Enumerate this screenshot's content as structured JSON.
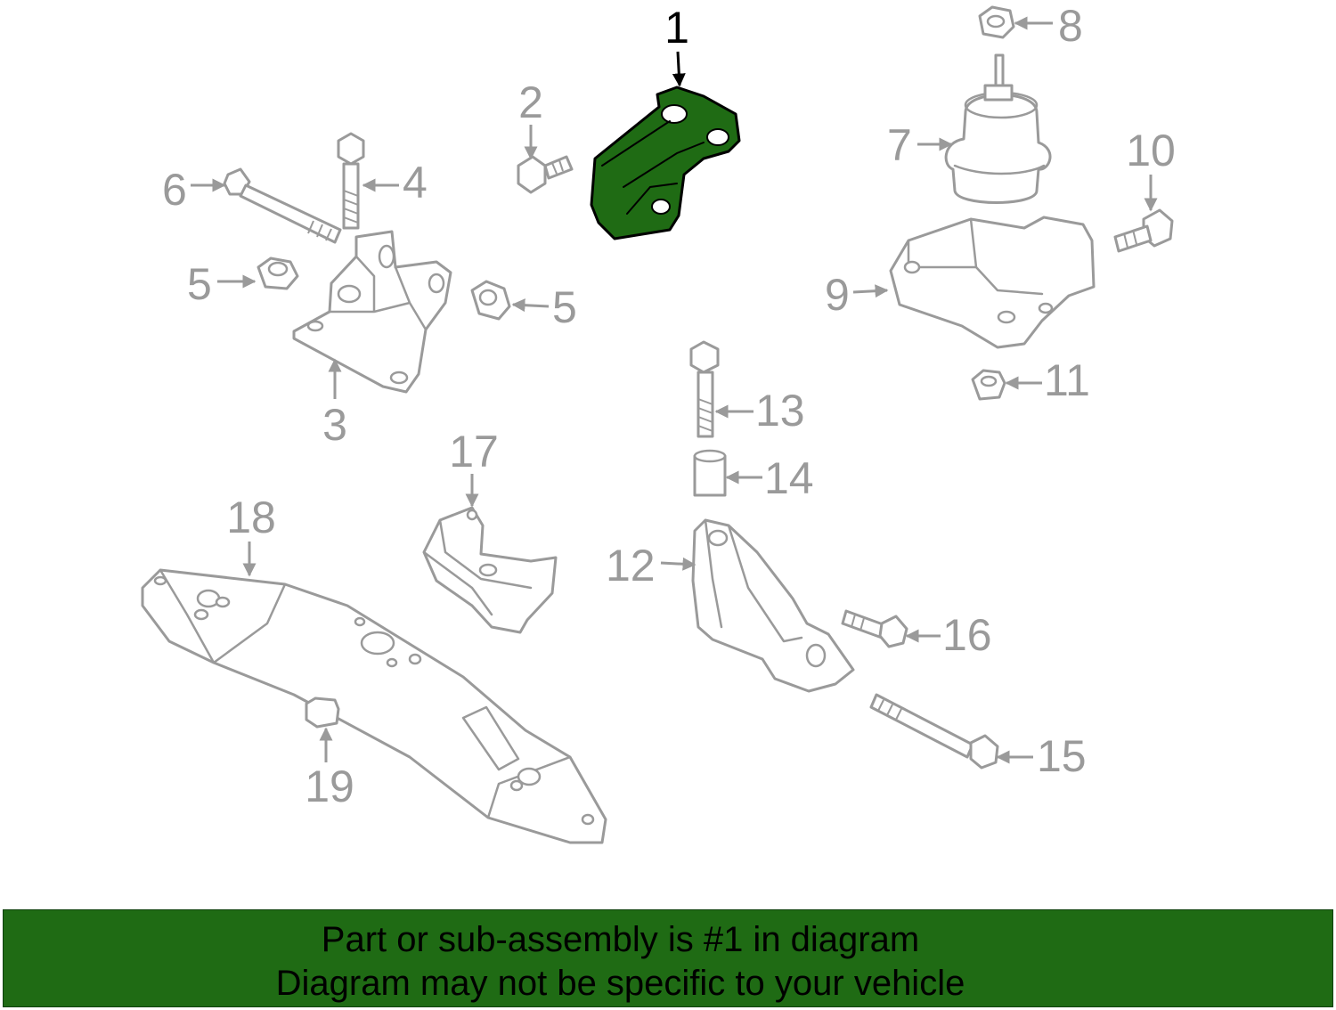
{
  "diagram": {
    "callouts": [
      "1",
      "2",
      "3",
      "4",
      "5",
      "5",
      "6",
      "7",
      "8",
      "9",
      "10",
      "11",
      "12",
      "13",
      "14",
      "15",
      "16",
      "17",
      "18",
      "19"
    ],
    "highlighted_part": "1",
    "highlight_color": "#1f6b14",
    "line_color": "#9a9a9a"
  },
  "footer": {
    "line1": "Part or sub-assembly is #1 in diagram",
    "line2": "Diagram may not be specific to your vehicle",
    "background": "#1f6b14"
  }
}
